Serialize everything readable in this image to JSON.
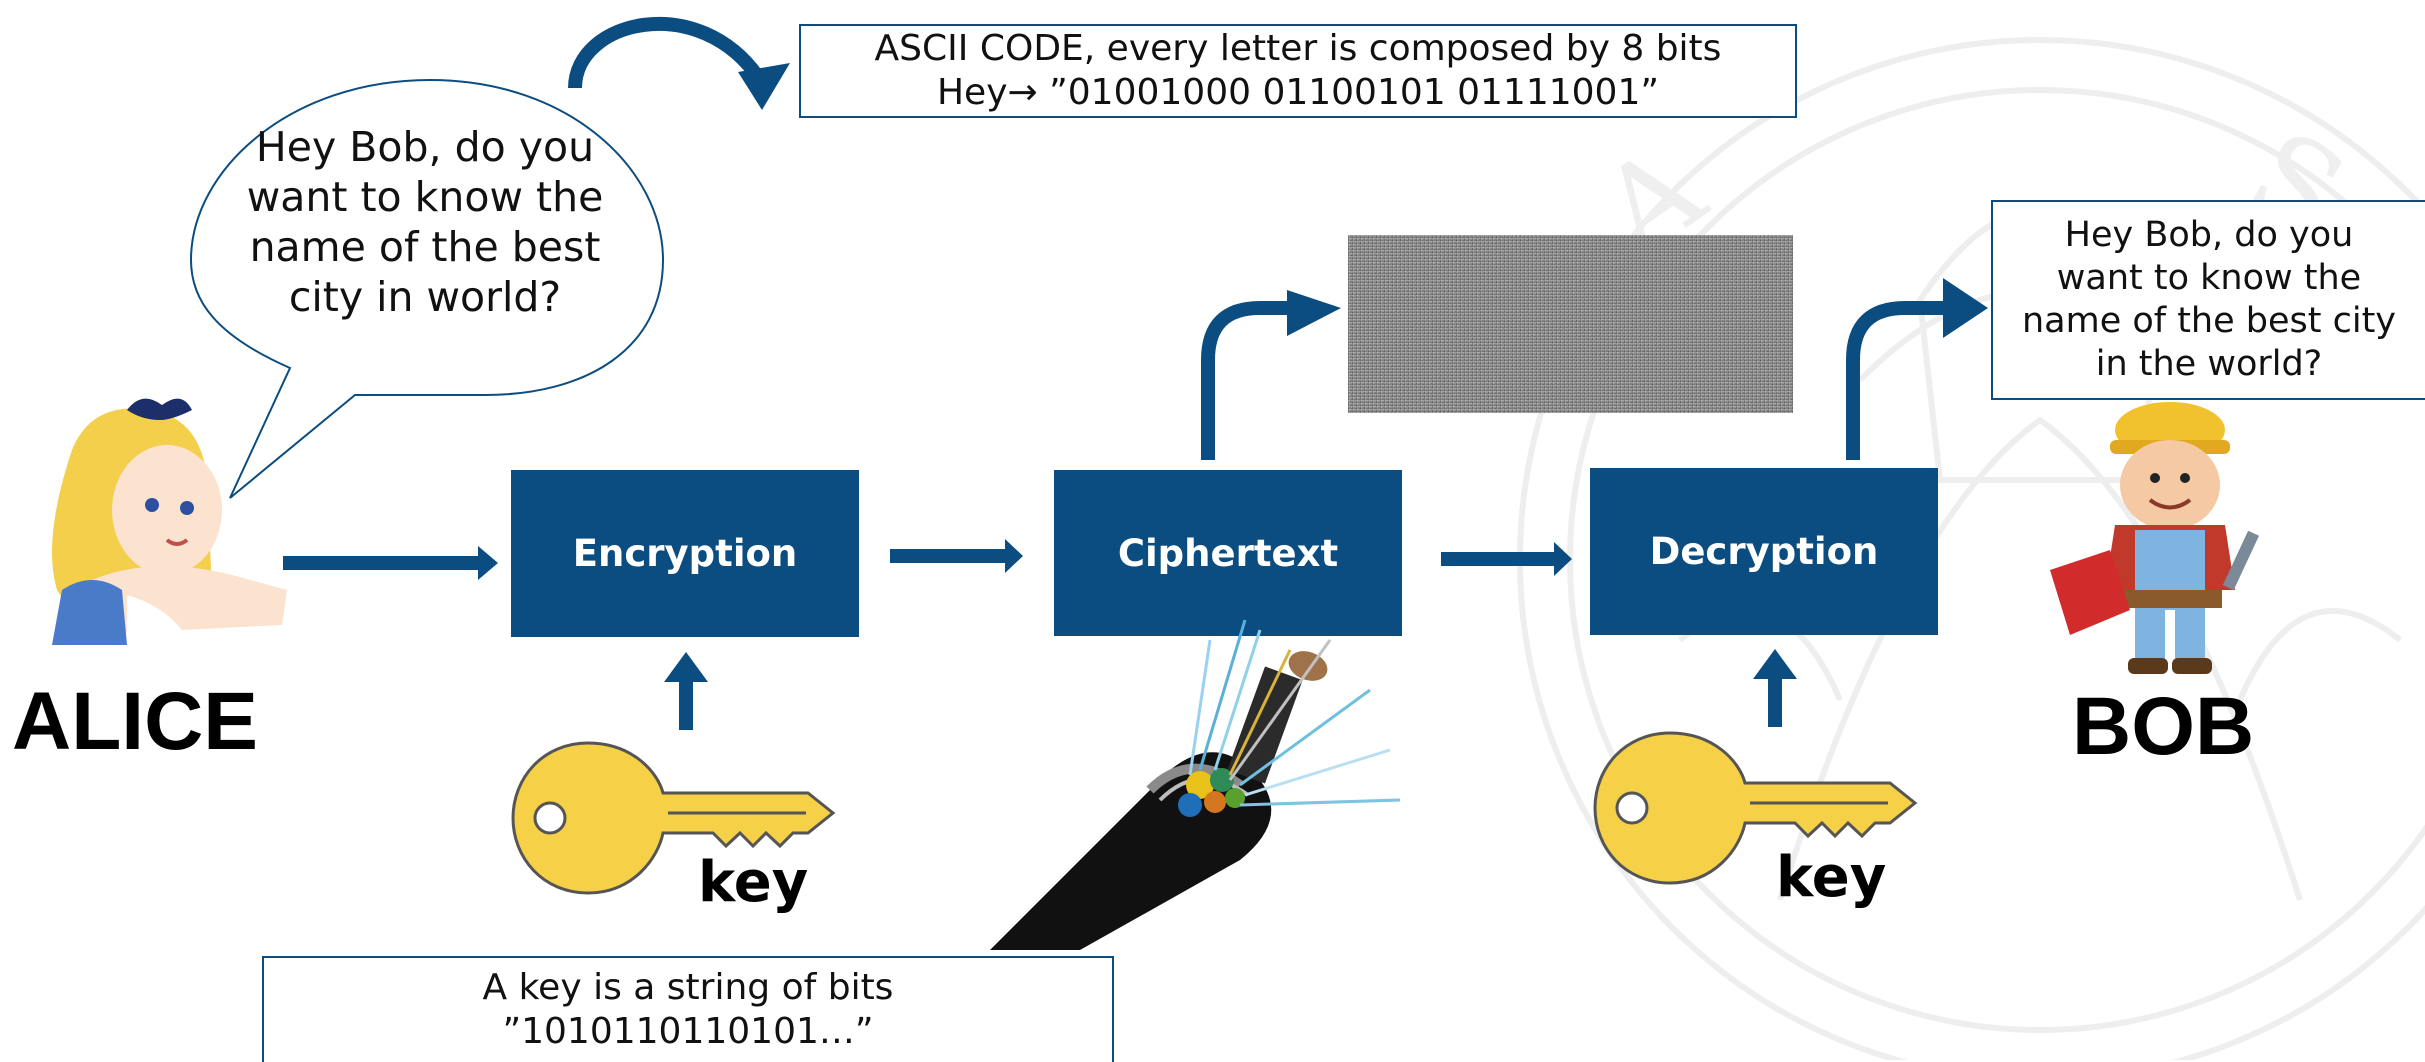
{
  "ascii_note": {
    "line1": "ASCII CODE, every letter is composed by 8 bits",
    "line2": "Hey→ ”01001000 01100101 01111001”"
  },
  "alice": {
    "name": "ALICE",
    "speech": [
      "Hey Bob, do you",
      "want to know the",
      "name of the best",
      "city in world?"
    ]
  },
  "bob": {
    "name": "BOB",
    "received": [
      "Hey Bob, do you",
      "want to know the",
      "name of the best city",
      "in the world?"
    ]
  },
  "blocks": {
    "encryption": "Encryption",
    "ciphertext": "Ciphertext",
    "decryption": "Decryption"
  },
  "keys": {
    "left_label": "key",
    "right_label": "key"
  },
  "key_note": {
    "line1": "A key is a string of bits",
    "line2": "”1010110110101…”"
  },
  "colors": {
    "block_blue": "#0b4d80",
    "key_yellow": "#f6d047"
  }
}
